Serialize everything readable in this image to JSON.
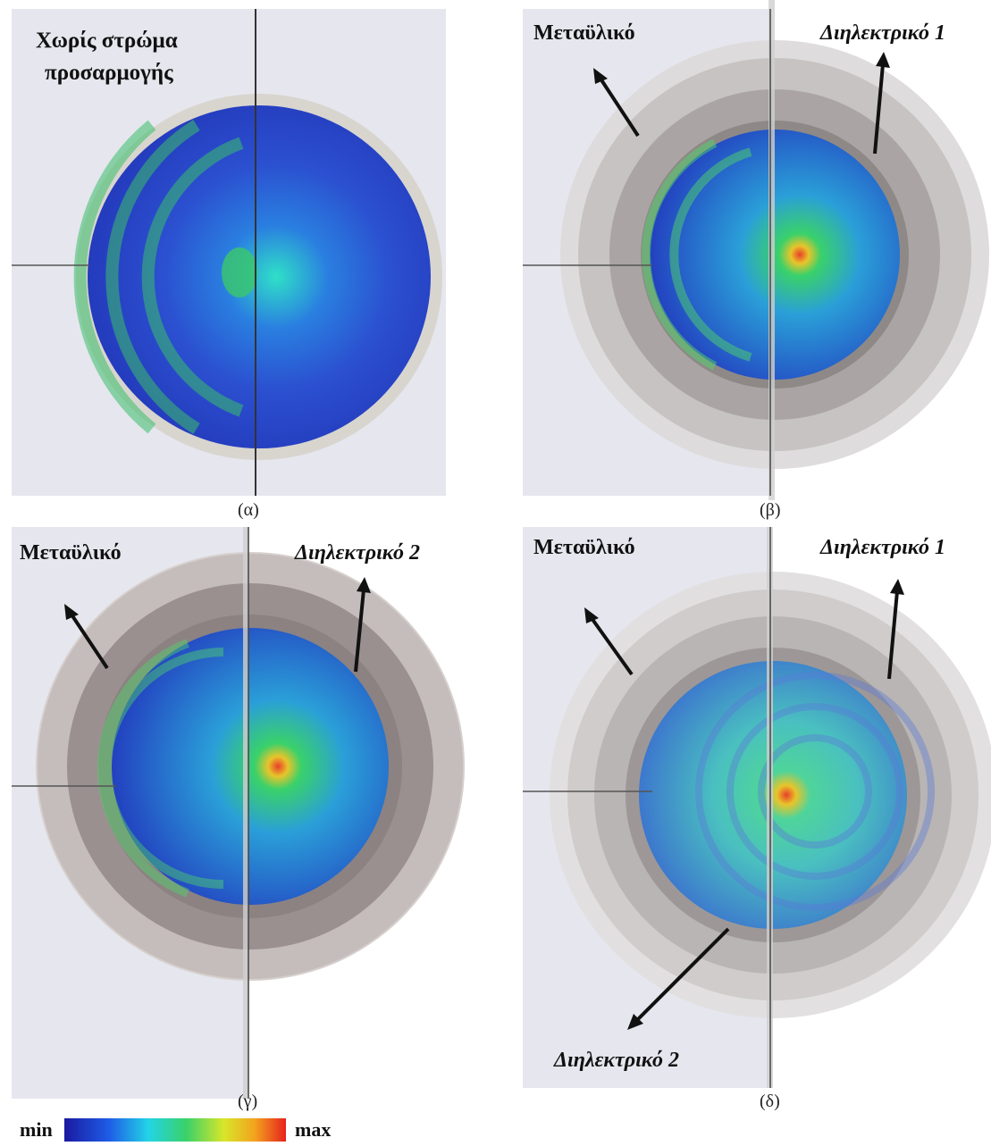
{
  "panels": [
    {
      "caption": "(α)",
      "labels": {
        "no_layer_line1": "Χωρίς στρώμα",
        "no_layer_line2": "προσαρμογής"
      }
    },
    {
      "caption": "(β)",
      "labels": {
        "metamaterial": "Μεταϋλικό",
        "dielectric": "Διηλεκτρικό 1"
      }
    },
    {
      "caption": "(γ)",
      "labels": {
        "metamaterial": "Μεταϋλικό",
        "dielectric": "Διηλεκτρικό 2"
      }
    },
    {
      "caption": "(δ)",
      "labels": {
        "metamaterial": "Μεταϋλικό",
        "dielectric1": "Διηλεκτρικό 1",
        "dielectric2": "Διηλεκτρικό 2"
      }
    }
  ],
  "colorbar": {
    "min_label": "min",
    "max_label": "max",
    "colors": [
      "#1a1aa0",
      "#1e5be6",
      "#22d4e6",
      "#3ad16a",
      "#d8e62a",
      "#f3a21e",
      "#e6231e"
    ]
  },
  "colors": {
    "sphere_deep": "#2a3fc4",
    "sphere_light": "#27d4c8",
    "sphere_green": "#3bbf5a",
    "hotspot": "#e8322a",
    "shell_dark": "#8a8383",
    "shell_light": "#cfcbc8",
    "box_bg": "#e8e8ef"
  }
}
